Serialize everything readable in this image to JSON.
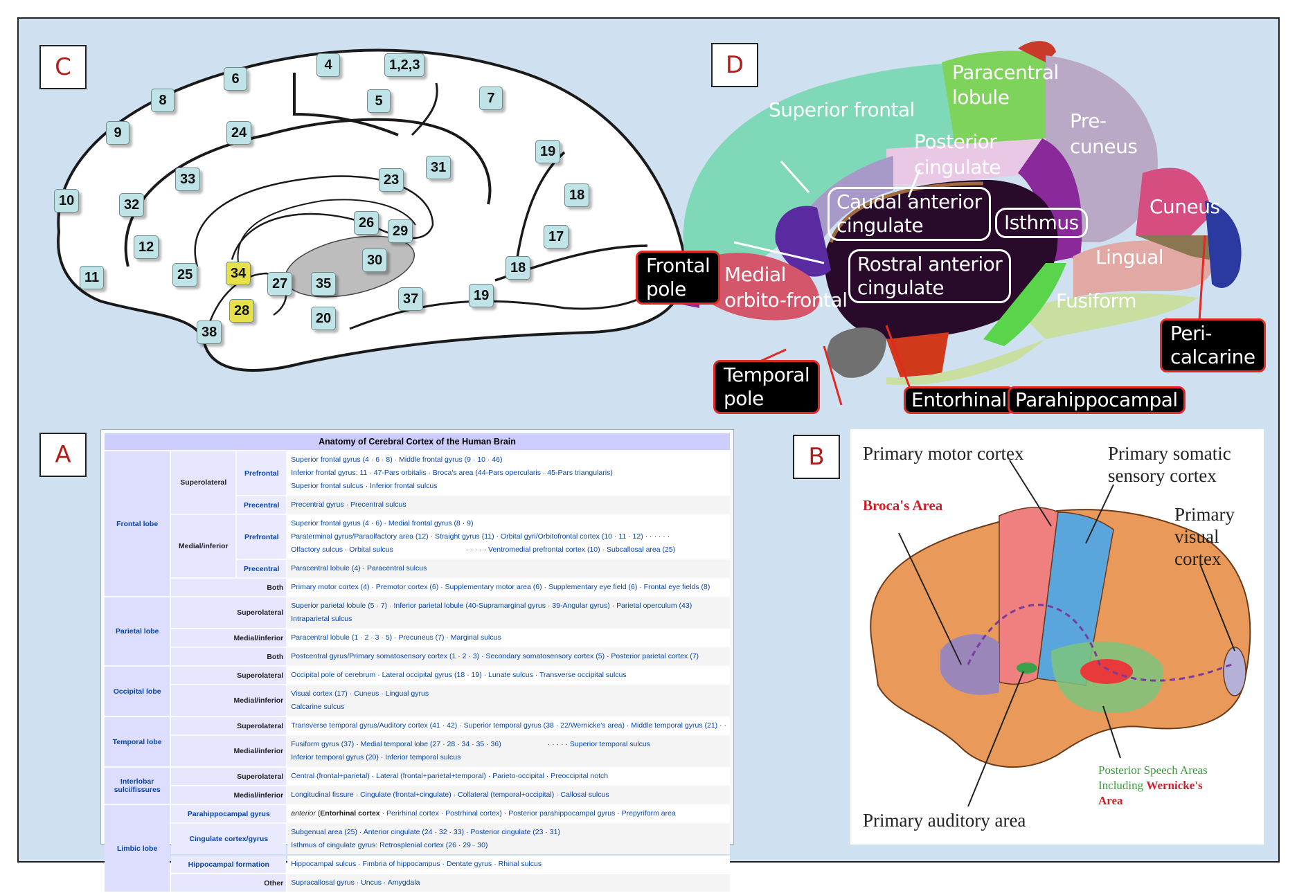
{
  "panels": {
    "C": {
      "letter": "C",
      "brodmann_areas": [
        {
          "label": "4",
          "highlight": false
        },
        {
          "label": "1,2,3",
          "highlight": false
        },
        {
          "label": "6",
          "highlight": false
        },
        {
          "label": "8",
          "highlight": false
        },
        {
          "label": "5",
          "highlight": false
        },
        {
          "label": "7",
          "highlight": false
        },
        {
          "label": "9",
          "highlight": false
        },
        {
          "label": "24",
          "highlight": false
        },
        {
          "label": "19",
          "highlight": false
        },
        {
          "label": "31",
          "highlight": false
        },
        {
          "label": "33",
          "highlight": false
        },
        {
          "label": "23",
          "highlight": false
        },
        {
          "label": "18",
          "highlight": false
        },
        {
          "label": "10",
          "highlight": false
        },
        {
          "label": "32",
          "highlight": false
        },
        {
          "label": "26",
          "highlight": false
        },
        {
          "label": "29",
          "highlight": false
        },
        {
          "label": "17",
          "highlight": false
        },
        {
          "label": "12",
          "highlight": false
        },
        {
          "label": "30",
          "highlight": false
        },
        {
          "label": "18",
          "highlight": false
        },
        {
          "label": "11",
          "highlight": false
        },
        {
          "label": "25",
          "highlight": false
        },
        {
          "label": "34",
          "highlight": true
        },
        {
          "label": "27",
          "highlight": false
        },
        {
          "label": "35",
          "highlight": false
        },
        {
          "label": "19",
          "highlight": false
        },
        {
          "label": "28",
          "highlight": true
        },
        {
          "label": "37",
          "highlight": false
        },
        {
          "label": "20",
          "highlight": false
        },
        {
          "label": "38",
          "highlight": false
        }
      ]
    },
    "D": {
      "letter": "D",
      "region_labels": {
        "superior_frontal": "Superior frontal",
        "paracentral_1": "Paracentral",
        "paracentral_2": "lobule",
        "posterior_cingulate_1": "Posterior",
        "posterior_cingulate_2": "cingulate",
        "precuneus_1": "Pre-",
        "precuneus_2": "cuneus",
        "cuneus": "Cuneus",
        "lingual": "Lingual",
        "fusiform": "Fusiform",
        "medial_orbitofrontal_1": "Medial",
        "medial_orbitofrontal_2": "orbito-frontal"
      },
      "boxed_labels": {
        "caudal_anterior_cingulate_1": "Caudal anterior",
        "caudal_anterior_cingulate_2": "cingulate",
        "isthmus": "Isthmus",
        "rostral_anterior_cingulate_1": "Rostral anterior",
        "rostral_anterior_cingulate_2": "cingulate"
      },
      "callout_labels": {
        "frontal_pole_1": "Frontal",
        "frontal_pole_2": "pole",
        "temporal_pole_1": "Temporal",
        "temporal_pole_2": "pole",
        "entorhinal": "Entorhinal",
        "parahippocampal": "Parahippocampal",
        "pericalcarine_1": "Peri-",
        "pericalcarine_2": "calcarine"
      },
      "colors": {
        "superior_frontal": "#7fd9b8",
        "paracentral": "#7ed35a",
        "posterior_cingulate": "#e8c8e4",
        "precuneus": "#b9a8c6",
        "isthmus": "#8a2a9a",
        "cuneus": "#d64d80",
        "lingual": "#e2a9a4",
        "fusiform": "#c9dfa0",
        "medial_orbitofrontal": "#d4566a",
        "rostral_anterior_cingulate": "#5a2aa0",
        "caudal_anterior_cingulate": "#a89ac8",
        "entorhinal": "#d03a1a",
        "temporal_pole": "#707070",
        "parahippocampal": "#5ad44a",
        "pericalcarine": "#8a7650",
        "lateral_occipital": "#2a3aa0",
        "medial_wall": "#2a0a2a",
        "callout_red": "#e02a22"
      }
    },
    "A": {
      "letter": "A",
      "table": {
        "title": "Anatomy of Cerebral Cortex of the Human Brain",
        "groups": [
          {
            "lobe": "Frontal lobe",
            "rows": [
              {
                "sub": "Superolateral",
                "sub2": "Prefrontal",
                "lines": [
                  "Superior frontal gyrus (4 · 6 · 8) · Middle frontal gyrus (9 · 10 · 46)",
                  "Inferior frontal gyrus: 11 · 47-Pars orbitalis · Broca's area (44-Pars opercularis · 45-Pars triangularis)",
                  "Superior frontal sulcus · Inferior frontal sulcus"
                ]
              },
              {
                "sub": "",
                "sub2": "Precentral",
                "lines": [
                  "Precentral gyrus · Precentral sulcus"
                ]
              },
              {
                "sub": "Medial/inferior",
                "sub2": "Prefrontal",
                "lines": [
                  "Superior frontal gyrus (4 · 6) · Medial frontal gyrus (8 · 9)",
                  "Paraterminal gyrus/Paraolfactory area (12) · Straight gyrus (11) · Orbital gyri/Orbitofrontal cortex (10 · 11 · 12) · · · · · ·",
                  "Olfactory sulcus · Orbital sulcus                                    · · · · · Ventromedial prefrontal cortex (10) · Subcallosal area (25)"
                ]
              },
              {
                "sub": "",
                "sub2": "Precentral",
                "lines": [
                  "Paracentral lobule (4) · Paracentral sulcus"
                ]
              },
              {
                "sub": "Both",
                "sub2": "",
                "lines": [
                  "Primary motor cortex (4) · Premotor cortex (6) · Supplementary motor area (6) · Supplementary eye field (6) · Frontal eye fields (8)"
                ]
              }
            ]
          },
          {
            "lobe": "Parietal lobe",
            "rows": [
              {
                "sub": "Superolateral",
                "lines": [
                  "Superior parietal lobule (5 · 7) · Inferior parietal lobule (40-Supramarginal gyrus · 39-Angular gyrus) · Parietal operculum (43)",
                  "Intraparietal sulcus"
                ]
              },
              {
                "sub": "Medial/inferior",
                "lines": [
                  "Paracentral lobule (1 · 2 · 3 · 5) · Precuneus (7) · Marginal sulcus"
                ]
              },
              {
                "sub": "Both",
                "lines": [
                  "Postcentral gyrus/Primary somatosensory cortex (1 · 2 · 3) · Secondary somatosensory cortex (5) · Posterior parietal cortex (7)"
                ]
              }
            ]
          },
          {
            "lobe": "Occipital lobe",
            "rows": [
              {
                "sub": "Superolateral",
                "lines": [
                  "Occipital pole of cerebrum · Lateral occipital gyrus (18 · 19) · Lunate sulcus · Transverse occipital sulcus"
                ]
              },
              {
                "sub": "Medial/inferior",
                "lines": [
                  "Visual cortex (17) · Cuneus · Lingual gyrus",
                  "Calcarine sulcus"
                ]
              }
            ]
          },
          {
            "lobe": "Temporal lobe",
            "rows": [
              {
                "sub": "Superolateral",
                "lines": [
                  "Transverse temporal gyrus/Auditory cortex (41 · 42) · Superior temporal gyrus (38 · 22/Wernicke's area) · Middle temporal gyrus (21) · ·"
                ]
              },
              {
                "sub": "Medial/inferior",
                "lines": [
                  "Fusiform gyrus (37) · Medial temporal lobe (27 · 28 · 34 · 35 · 36)                       · · · · · Superior temporal sulcus",
                  "Inferior temporal gyrus (20) · Inferior temporal sulcus"
                ]
              }
            ]
          },
          {
            "lobe": "Interlobar sulci/fissures",
            "rows": [
              {
                "sub": "Superolateral",
                "lines": [
                  "Central (frontal+parietal) · Lateral (frontal+parietal+temporal) · Parieto-occipital · Preoccipital notch"
                ]
              },
              {
                "sub": "Medial/inferior",
                "lines": [
                  "Longitudinal fissure · Cingulate (frontal+cingulate) · Collateral (temporal+occipital) · Callosal sulcus"
                ]
              }
            ]
          },
          {
            "lobe": "Limbic lobe",
            "rows": [
              {
                "sub": "Parahippocampal gyrus",
                "lines": [
                  "anterior (Entorhinal cortex · Perirhinal cortex · Postrhinal cortex) · Posterior parahippocampal gyrus · Prepyriform area"
                ]
              },
              {
                "sub": "Cingulate cortex/gyrus",
                "lines": [
                  "Subgenual area (25) · Anterior cingulate (24 · 32 · 33) · Posterior cingulate (23 · 31)",
                  "Isthmus of cingulate gyrus: Retrosplenial cortex (26 · 29 · 30)"
                ]
              },
              {
                "sub": "Hippocampal formation",
                "lines": [
                  "Hippocampal sulcus · Fimbria of hippocampus · Dentate gyrus · Rhinal sulcus"
                ]
              },
              {
                "sub": "Other",
                "lines": [
                  "Supracallosal gyrus · Uncus · Amygdala"
                ]
              }
            ]
          }
        ],
        "limbic_first_line_parts": {
          "italic": "anterior",
          "plain1": " (",
          "bold": "Entorhinal cortex",
          "rest": " · Perirhinal cortex · Postrhinal cortex) · Posterior parahippocampal gyrus · Prepyriform area"
        }
      }
    },
    "B": {
      "letter": "B",
      "labels": {
        "primary_motor": "Primary motor cortex",
        "primary_somatic_1": "Primary somatic",
        "primary_somatic_2": "sensory cortex",
        "broca": "Broca's Area",
        "primary_visual_1": "Primary",
        "primary_visual_2": "visual",
        "primary_visual_3": "cortex",
        "posterior_speech_1": "Posterior Speech Areas",
        "posterior_speech_2": "Including",
        "wernicke_1": "Wernicke's",
        "wernicke_2": "Area",
        "primary_auditory": "Primary auditory area"
      },
      "colors": {
        "brain": "#e99a5a",
        "motor": "#f08080",
        "sensory": "#5aa6dc",
        "broca": "#9a86b8",
        "wernicke": "#e83a3a",
        "speech_area": "#7cc47c",
        "visual": "#b4b0d8",
        "red_text": "#cc1f2a",
        "green_text": "#3a9a3a"
      }
    }
  }
}
